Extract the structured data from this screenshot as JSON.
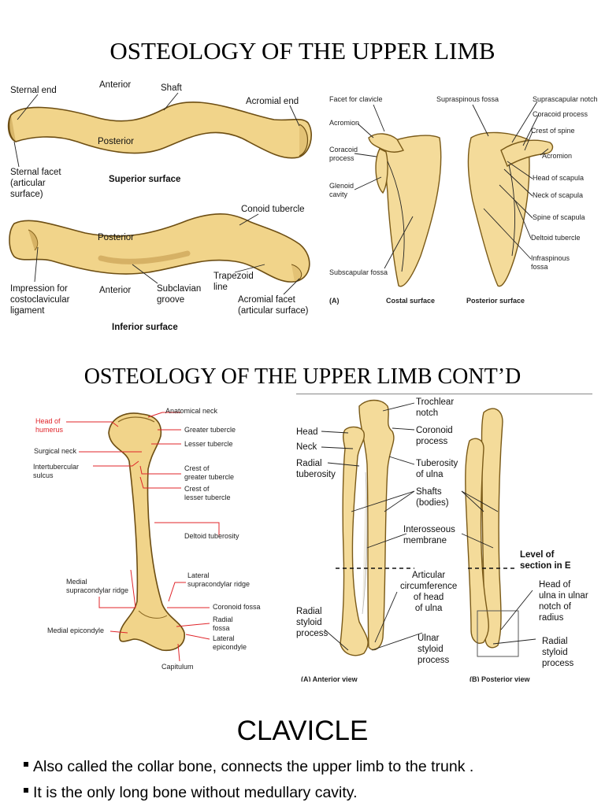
{
  "slide1": {
    "title": "OSTEOLOGY OF THE UPPER LIMB"
  },
  "clavicle_fig": {
    "labels": {
      "sternal_end": "Sternal end",
      "anterior_top": "Anterior",
      "shaft": "Shaft",
      "acromial_end": "Acromial end",
      "posterior_top": "Posterior",
      "sternal_facet": "Sternal facet\n(articular\nsurface)",
      "superior_surface": "Superior surface",
      "conoid_tubercle": "Conoid tubercle",
      "posterior_bottom": "Posterior",
      "trapezoid_line": "Trapezoid\nline",
      "impression": "Impression for\ncostoclavicular\nligament",
      "anterior_bottom": "Anterior",
      "subclavian_groove": "Subclavian\ngroove",
      "acromial_facet": "Acromial facet\n(articular surface)",
      "inferior_surface": "Inferior surface"
    }
  },
  "scapula_fig": {
    "labels": {
      "facet_for_clavicle": "Facet for clavicle",
      "supraspinous_fossa": "Supraspinous fossa",
      "suprascapular_notch": "Suprascapular notch",
      "coracoid_process_r": "Coracoid process",
      "crest_of_spine": "Crest of spine",
      "acromion_l": "Acromion",
      "acromion_r": "Acromion",
      "coracoid_process_l": "Coracoid\nprocess",
      "head_of_scapula": "Head of scapula",
      "neck_of_scapula": "Neck of scapula",
      "glenoid_cavity": "Glenoid\ncavity",
      "spine_of_scapula": "Spine of scapula",
      "deltoid_tubercle": "Deltoid tubercle",
      "infraspinous_fossa": "Infraspinous\nfossa",
      "subscapular_fossa": "Subscapular fossa",
      "panel_a": "(A)",
      "costal_surface": "Costal surface",
      "posterior_surface": "Posterior surface"
    }
  },
  "slide2": {
    "title": "OSTEOLOGY OF THE UPPER LIMB CONT’D"
  },
  "humerus_fig": {
    "labels": {
      "head_of_humerus": "Head of\nhumerus",
      "anatomical_neck": "Anatomical neck",
      "greater_tubercle": "Greater tubercle",
      "lesser_tubercle": "Lesser tubercle",
      "surgical_neck": "Surgical neck",
      "intertubercular_sulcus": "Intertubercular\nsulcus",
      "crest_greater": "Crest of\ngreater tubercle",
      "crest_lesser": "Crest of\nlesser tubercle",
      "deltoid_tuberosity": "Deltoid tuberosity",
      "medial_supracondylar": "Medial\nsupracondylar ridge",
      "lateral_supracondylar": "Lateral\nsupracondylar ridge",
      "coronoid_fossa": "Coronoid fossa",
      "radial_fossa": "Radial\nfossa",
      "medial_epicondyle": "Medial epicondyle",
      "lateral_epicondyle": "Lateral\nepicondyle",
      "capitulum": "Capitulum"
    }
  },
  "forearm_fig": {
    "labels": {
      "trochlear_notch": "Trochlear\nnotch",
      "head": "Head",
      "coronoid_process": "Coronoid\nprocess",
      "neck": "Neck",
      "radial_tuberosity": "Radial\ntuberosity",
      "tuberosity_of_ulna": "Tuberosity\nof ulna",
      "shafts": "Shafts\n(bodies)",
      "interosseous": "Interosseous\nmembrane",
      "level_of_section": "Level of\nsection in E",
      "articular_circumference": "Articular\ncircumference\nof head\nof ulna",
      "head_of_ulna": "Head of\nulna in ulnar\nnotch of\nradius",
      "radial_styloid_l": "Radial\nstyloid\nprocess",
      "ulnar_styloid": "Ulnar\nstyloid\nprocess",
      "radial_styloid_r": "Radial\nstyloid\nprocess",
      "caption_a": "(A) Anterior view",
      "caption_b": "(B) Posterior view"
    }
  },
  "slide3": {
    "title": "CLAVICLE",
    "bullets": [
      "Also called the collar bone, connects the upper limb to the trunk .",
      "It is the only long bone without medullary cavity."
    ]
  }
}
